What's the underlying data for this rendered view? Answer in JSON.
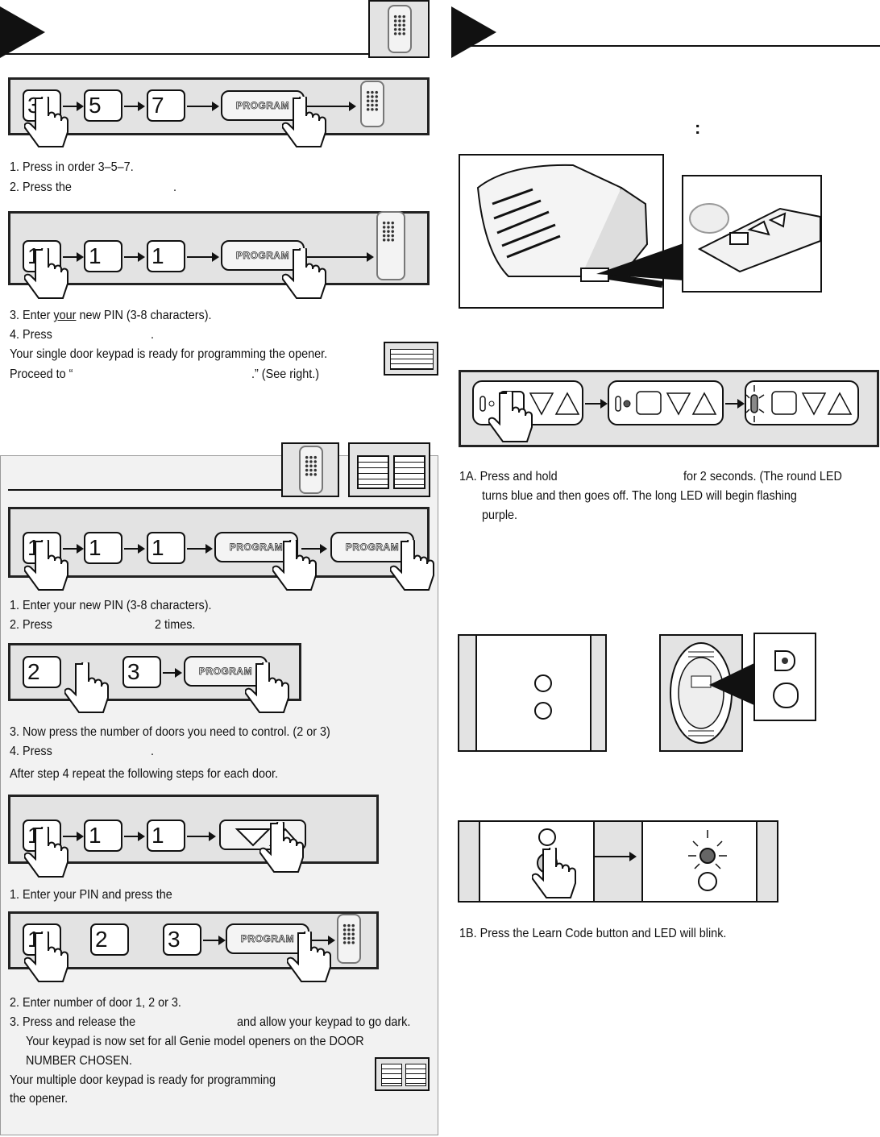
{
  "left_top": {
    "steps": [
      "1.   Press in order 3–5–7.",
      "2.   Press the",
      "."
    ],
    "steps2": [
      "3.   Enter ",
      "your",
      " new PIN (3-8 characters).",
      "4.   Press",
      "."
    ],
    "ready": "Your single door keypad is ready for programming the opener.",
    "proceed": "Proceed to “",
    "see_right": ".”  (See right.)",
    "keys1": [
      "3",
      "5",
      "7"
    ],
    "keys2": [
      "1",
      "1",
      "1"
    ],
    "program_label": "PROGRAM"
  },
  "multi": {
    "keys": [
      "1",
      "1",
      "1"
    ],
    "step1": "1.   Enter your new PIN (3-8 characters).",
    "step2a": "2.   Press",
    "step2b": "2 times.",
    "keys2": [
      "2",
      "3"
    ],
    "step3": "3.   Now press the number of doors you need to control. (2 or 3)",
    "step4a": "4.   Press",
    "step4b": ".",
    "after": "After step 4 repeat the following steps for each door.",
    "door_keys": [
      "1",
      "1",
      "1"
    ],
    "enter_pin": "1. Enter your PIN and press the",
    "num_keys": [
      "1",
      "2",
      "3"
    ],
    "s2": "2. Enter number of door 1, 2 or 3.",
    "s3a": "3. Press and release the",
    "s3b": "and allow your keypad to go dark.",
    "s3c": "Your keypad is now set for all Genie  model openers on the DOOR",
    "s3d": "NUMBER CHOSEN.",
    "ready": "Your multiple door keypad is ready for programming",
    "ready2": "the opener."
  },
  "right": {
    "colon": ":",
    "s1a_1": "1A. Press and hold",
    "s1a_2": "for 2 seconds. (The round LED",
    "s1a_3": "turns blue and then goes off. The long LED will begin flashing",
    "s1a_4": "purple.",
    "s1b": "1B. Press the Learn Code button and LED will blink."
  }
}
